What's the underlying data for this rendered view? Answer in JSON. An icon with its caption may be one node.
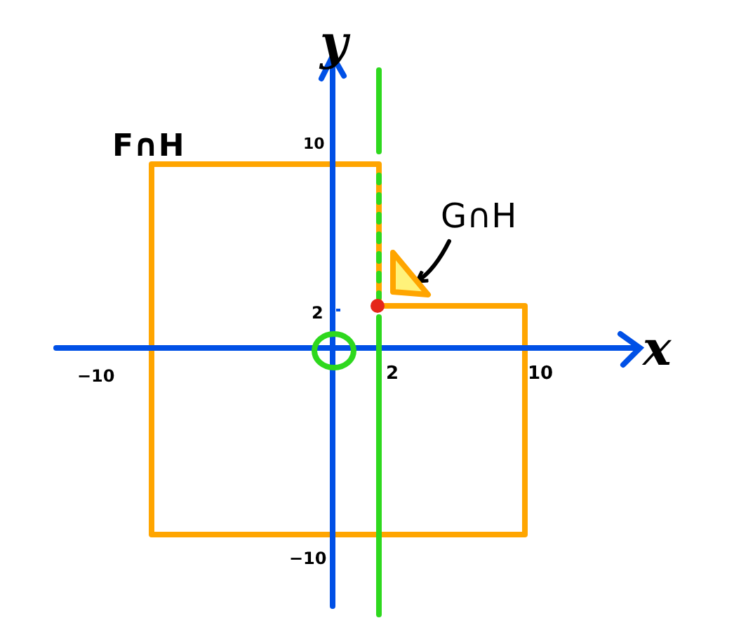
{
  "diagram": {
    "nodes": [
      {
        "text": [
          "G∩H"
        ]
      },
      {
        "text": [],
        "shape": "triangle"
      }
    ],
    "edges": [
      {
        "from": 0,
        "to": 1,
        "arrow": "to"
      }
    ],
    "labels": [
      "y",
      "F∩H",
      "10",
      "2",
      "x",
      "−10",
      "2",
      "10",
      "−10"
    ]
  }
}
